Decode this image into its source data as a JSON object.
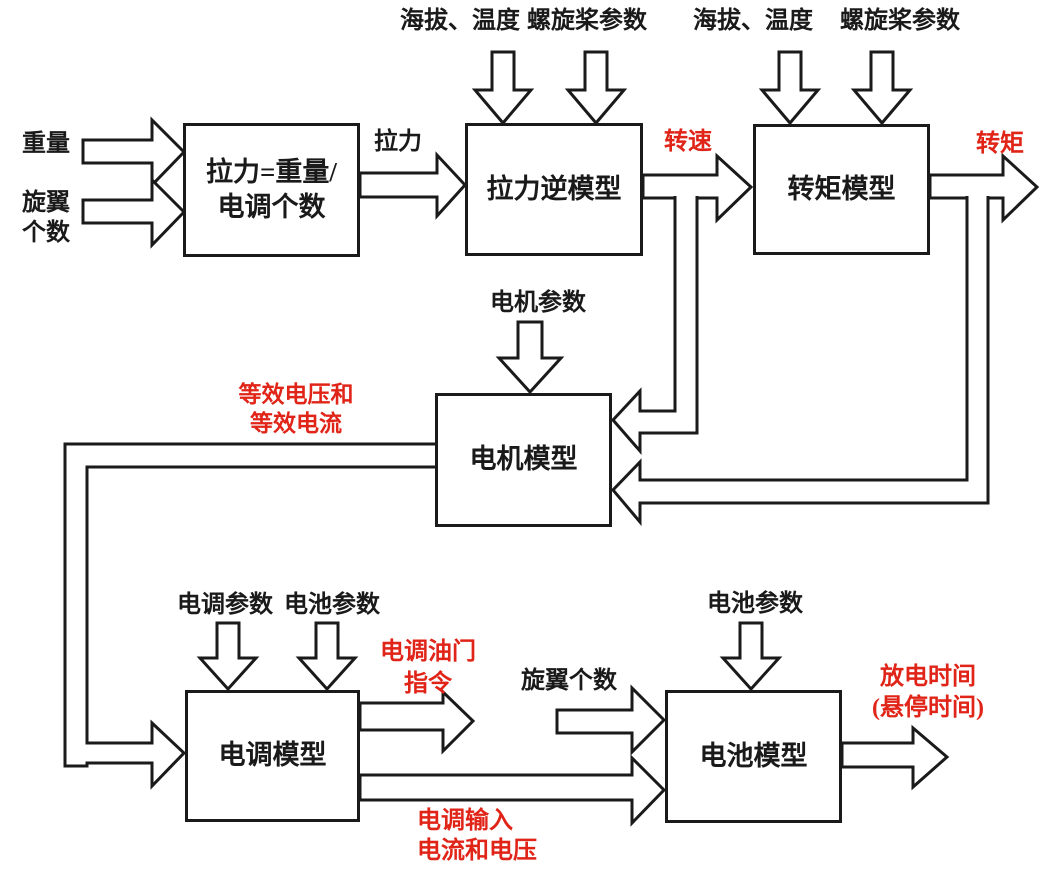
{
  "colors": {
    "ink": "#1a1a1a",
    "signal": "#e02418",
    "background": "#ffffff"
  },
  "blocks": {
    "thrust_calc": "拉力=重量/\n电调个数",
    "thrust_inverse": "拉力逆模型",
    "torque_model": "转矩模型",
    "motor_model": "电机模型",
    "esc_model": "电调模型",
    "battery_model": "电池模型"
  },
  "inputs": {
    "weight": "重量",
    "rotor_count": "旋翼\n个数",
    "altitude_temp_1": "海拔、温度",
    "prop_params_1": "螺旋桨参数",
    "altitude_temp_2": "海拔、温度",
    "prop_params_2": "螺旋桨参数",
    "motor_params": "电机参数",
    "esc_params": "电调参数",
    "battery_params_left": "电池参数",
    "battery_params_right": "电池参数",
    "rotor_count_2": "旋翼个数"
  },
  "signals": {
    "thrust": "拉力",
    "rpm": "转速",
    "torque": "转矩",
    "equivalent_vi": "等效电压和\n等效电流",
    "esc_throttle": "电调油门\n指令",
    "esc_input_vi": "电调输入\n电流和电压",
    "discharge_time": "放电时间\n(悬停时间)"
  }
}
